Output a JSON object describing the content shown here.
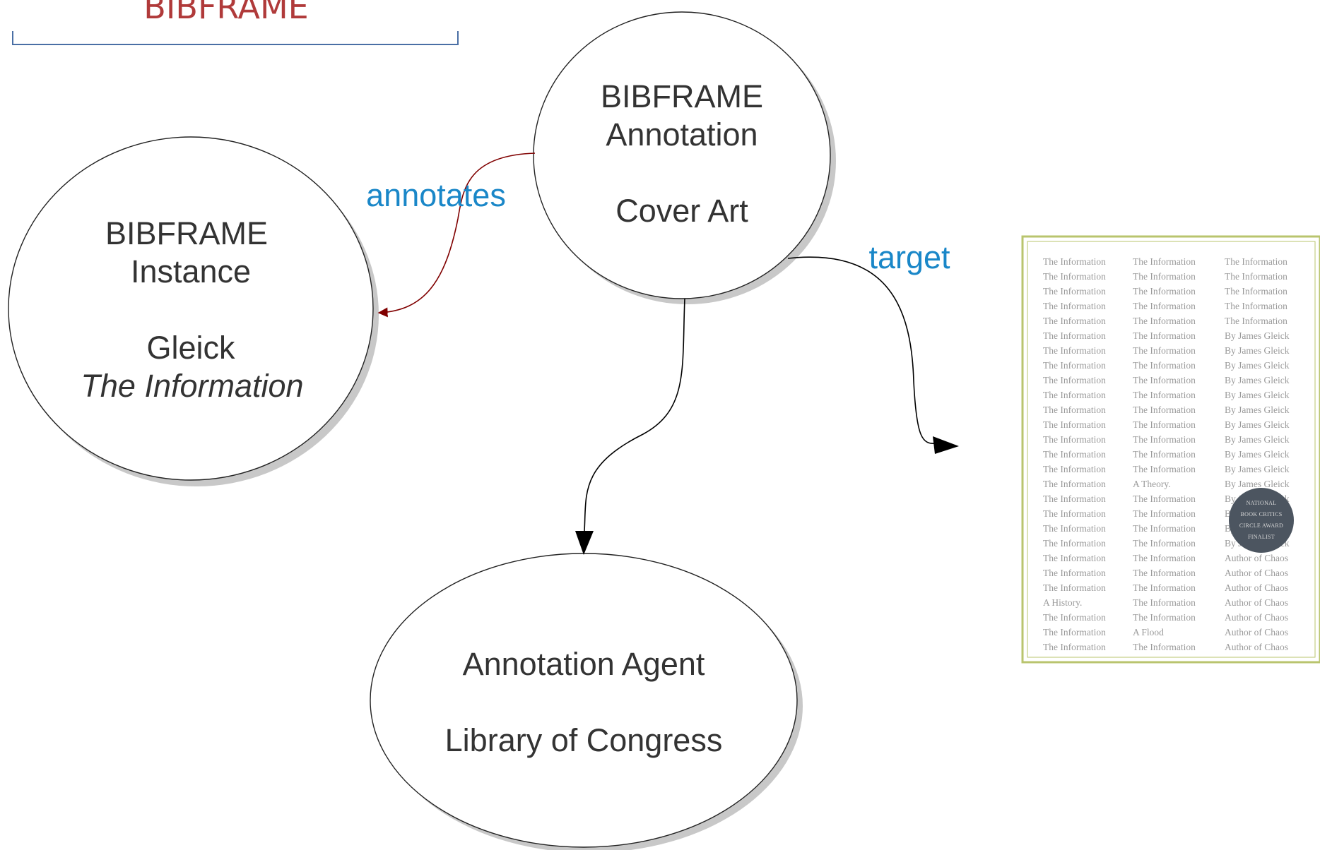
{
  "title": {
    "text": "BIBFRAME",
    "color": "#b03a3a",
    "bracket_color": "#4a6fa5"
  },
  "colors": {
    "node_fill": "#ffffff",
    "node_stroke": "#222222",
    "node_shadow": "#c8c8c8",
    "node_text": "#333333",
    "edge_black": "#000000",
    "edge_annotates": "#800000",
    "edge_label": "#1a87c8",
    "cover_border": "#b9c46e",
    "cover_text": "#9a9a9a",
    "cover_accent": "#c07070",
    "seal_fill": "#4c5560"
  },
  "nodes": {
    "annotation": {
      "line1": "BIBFRAME",
      "line2": "Annotation",
      "line3": "Cover Art"
    },
    "instance": {
      "line1": "BIBFRAME",
      "line2": "Instance",
      "line3": "Gleick",
      "line4": "The Information"
    },
    "agent": {
      "line1": "Annotation Agent",
      "line2": "Library of Congress"
    }
  },
  "edges": {
    "annotates": {
      "label": "annotates",
      "icon": "arrowhead-red"
    },
    "target": {
      "label": "target",
      "icon": "arrowhead-black"
    },
    "agent": {
      "label": "",
      "icon": "arrowhead-black"
    }
  },
  "cover_image": {
    "columns": [
      [
        "The Information",
        "The Information",
        "The Information",
        "The Information",
        "The Information",
        "The Information",
        "The Information",
        "The Information",
        "The Information",
        "The Information",
        "The Information",
        "The Information",
        "The Information",
        "The Information",
        "The Information",
        "The Information",
        "The Information",
        "The Information",
        "The Information",
        "The Information",
        "The Information",
        "The Information",
        "The Information",
        "A History.",
        "The Information",
        "The Information",
        "The Information"
      ],
      [
        "The Information",
        "The Information",
        "The Information",
        "The Information",
        "The Information",
        "The Information",
        "The Information",
        "The Information",
        "The Information",
        "The Information",
        "The Information",
        "The Information",
        "The Information",
        "The Information",
        "The Information",
        "A Theory.",
        "The Information",
        "The Information",
        "The Information",
        "The Information",
        "The Information",
        "The Information",
        "The Information",
        "The Information",
        "The Information",
        "A Flood",
        "The Information"
      ],
      [
        "The Information",
        "The Information",
        "The Information",
        "The Information",
        "The Information",
        "By James Gleick",
        "By James Gleick",
        "By James Gleick",
        "By James Gleick",
        "By James Gleick",
        "By James Gleick",
        "By James Gleick",
        "By James Gleick",
        "By James Gleick",
        "By James Gleick",
        "By James Gleick",
        "By James Gleick",
        "By James Gleick",
        "By James Gleick",
        "By James Gleick",
        "Author of Chaos",
        "Author of Chaos",
        "Author of Chaos",
        "Author of Chaos",
        "Author of Chaos",
        "Author of Chaos",
        "Author of Chaos"
      ]
    ],
    "accent_rows": {
      "col0": [
        1
      ],
      "col2": [
        5,
        20
      ]
    },
    "seal": [
      "NATIONAL",
      "BOOK CRITICS",
      "CIRCLE AWARD",
      "FINALIST"
    ]
  }
}
